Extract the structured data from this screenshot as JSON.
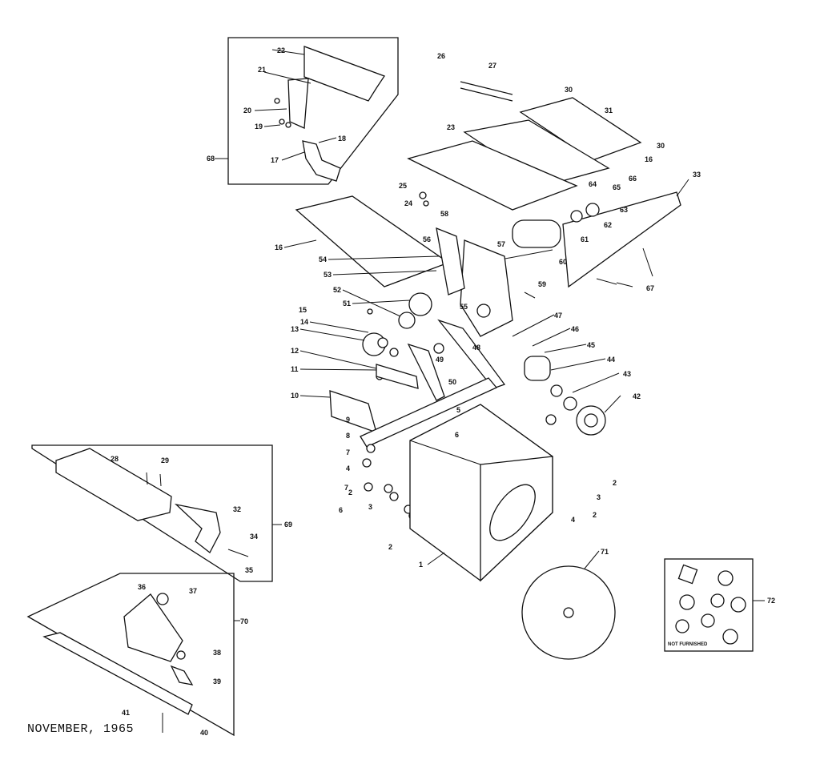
{
  "footer": {
    "date": "NOVEMBER, 1965"
  },
  "kit_note": "NOT FURNISHED",
  "labels": {
    "p1": "1",
    "p2": "2",
    "p3": "3",
    "p4": "4",
    "p5": "5",
    "p6": "6",
    "p7": "7",
    "p8": "8",
    "p9": "9",
    "p10": "10",
    "p11": "11",
    "p12": "12",
    "p13": "13",
    "p14": "14",
    "p15": "15",
    "p16": "16",
    "p17": "17",
    "p18": "18",
    "p19": "19",
    "p20": "20",
    "p21": "21",
    "p22": "22",
    "p23": "23",
    "p24": "24",
    "p25": "25",
    "p26": "26",
    "p27": "27",
    "p28": "28",
    "p29": "29",
    "p30": "30",
    "p31": "31",
    "p32": "32",
    "p33": "33",
    "p34": "34",
    "p35": "35",
    "p36": "36",
    "p37": "37",
    "p38": "38",
    "p39": "39",
    "p40": "40",
    "p41": "41",
    "p42": "42",
    "p43": "43",
    "p44": "44",
    "p45": "45",
    "p46": "46",
    "p47": "47",
    "p48": "48",
    "p49": "49",
    "p50": "50",
    "p51": "51",
    "p52": "52",
    "p53": "53",
    "p54": "54",
    "p55": "55",
    "p56": "56",
    "p57": "57",
    "p58": "58",
    "p59": "59",
    "p60": "60",
    "p61": "61",
    "p62": "62",
    "p63": "63",
    "p64": "64",
    "p65": "65",
    "p66": "66",
    "p67": "67",
    "p68": "68",
    "p69": "69",
    "p70": "70",
    "p71": "71",
    "p72": "72"
  }
}
